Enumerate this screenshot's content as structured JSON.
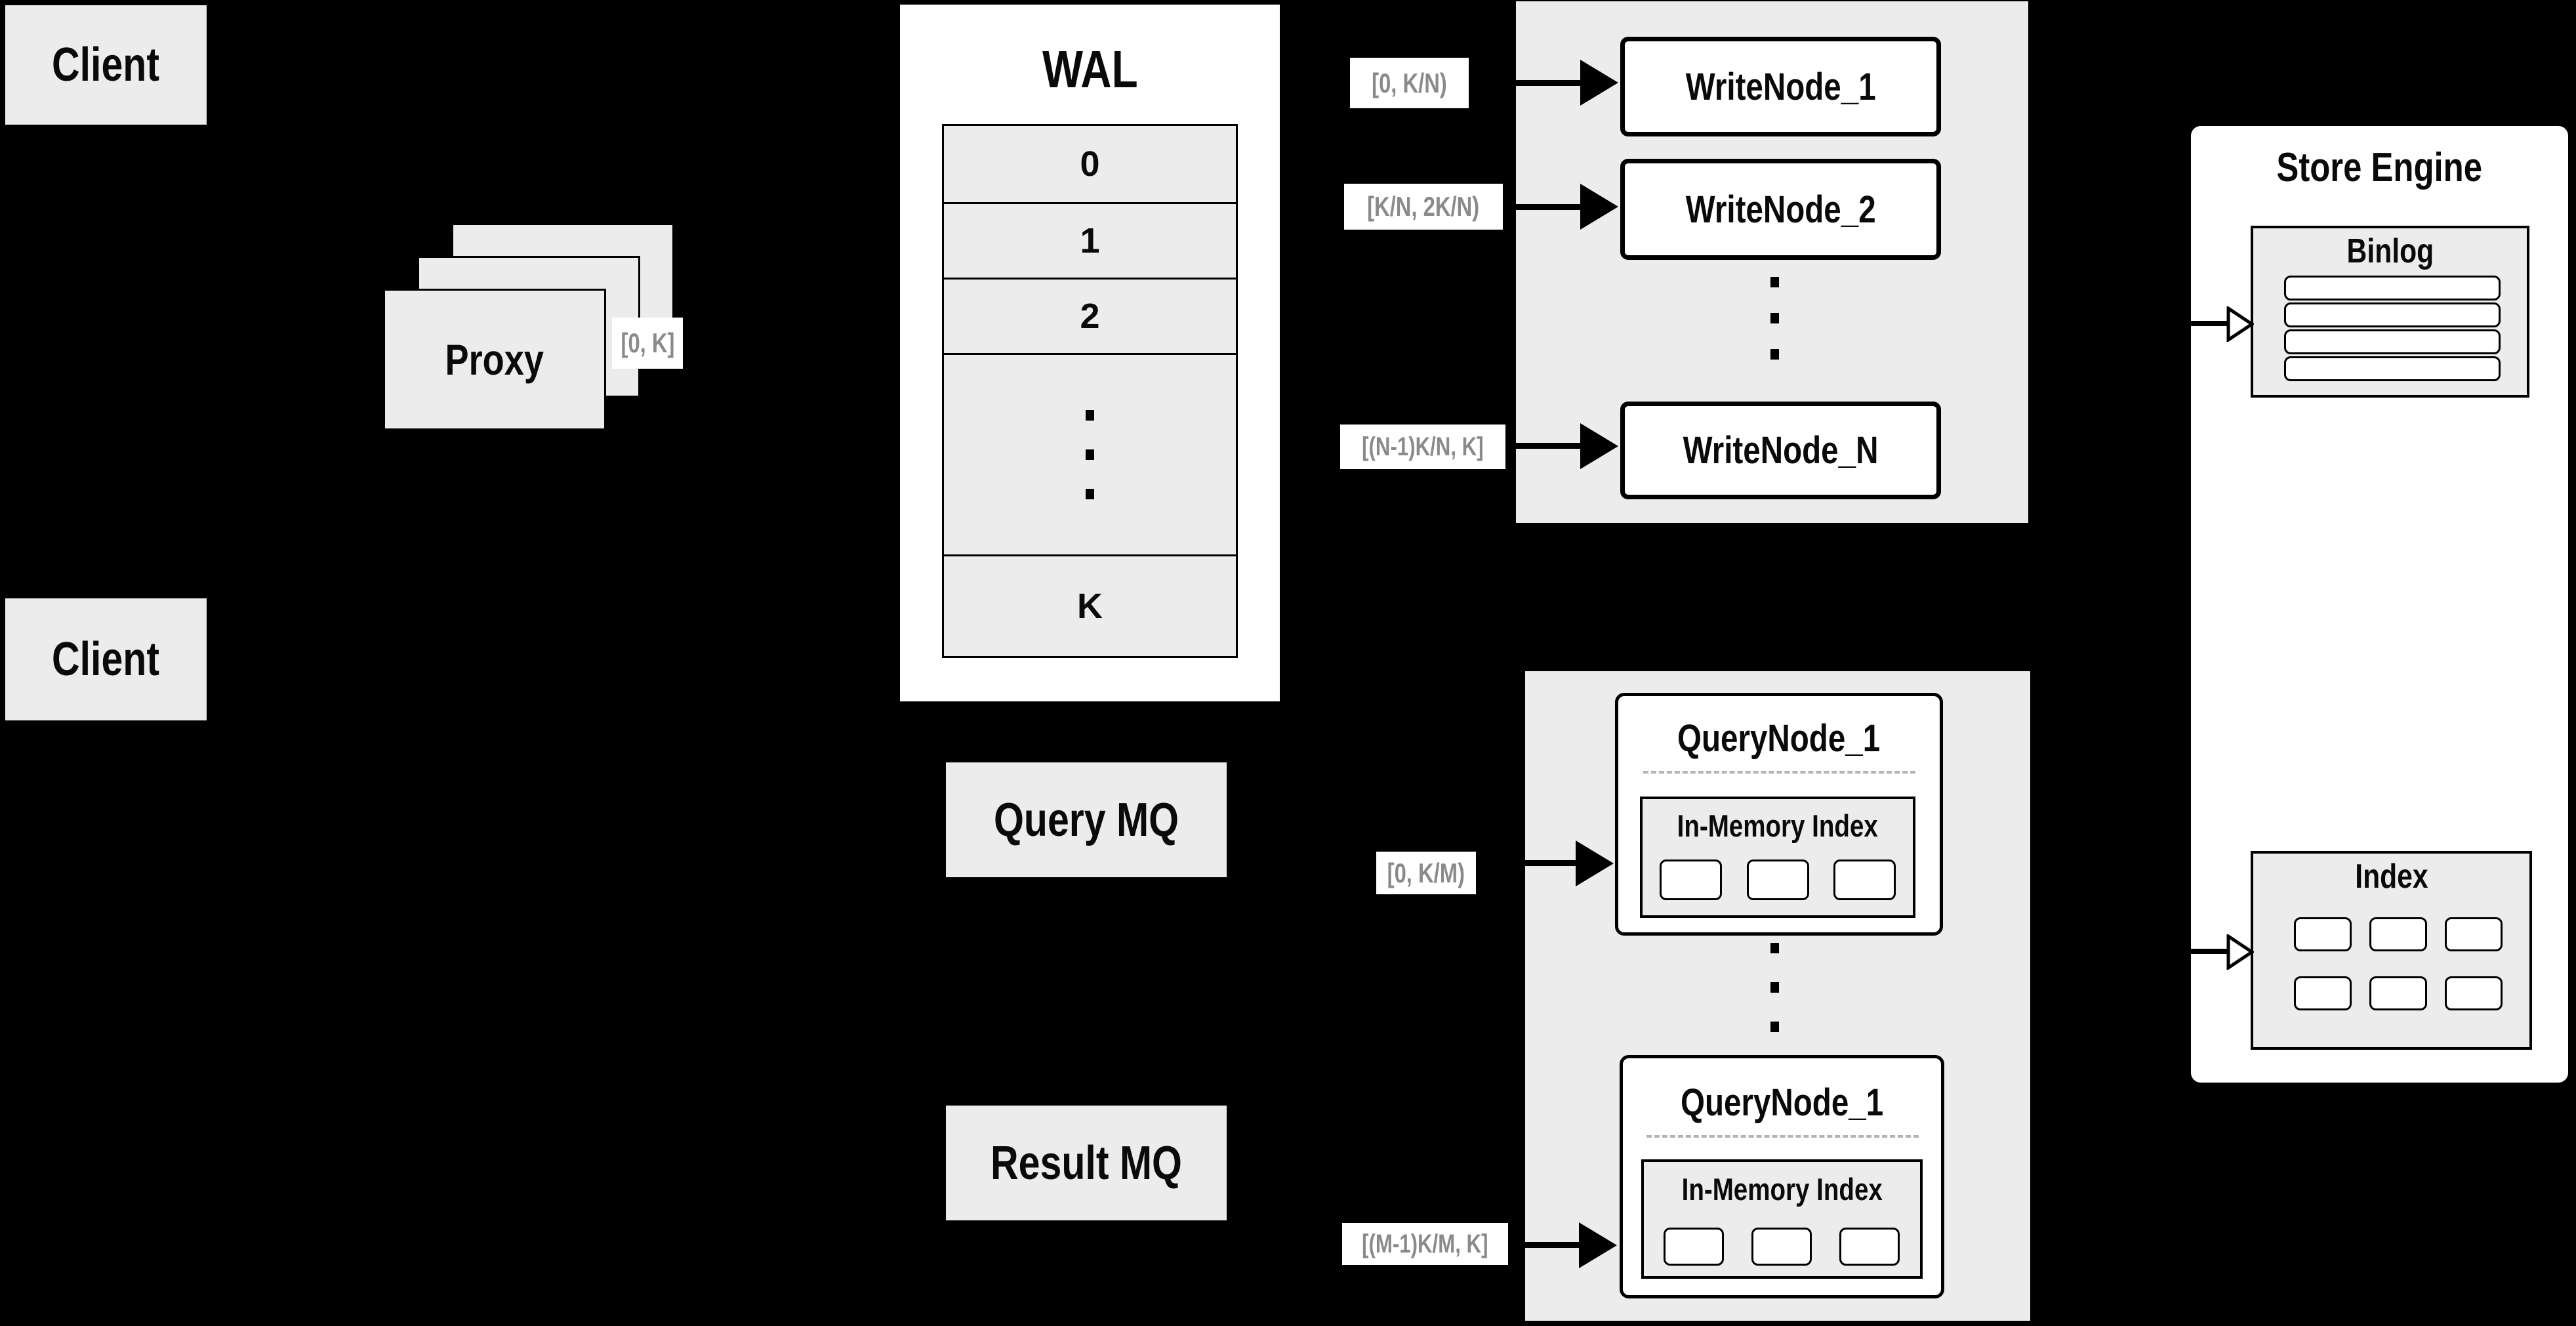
{
  "background": "#000000",
  "colors": {
    "panel_gray": "#ececec",
    "box_white": "#ffffff",
    "line_black": "#000000",
    "range_label_text": "#8a8a8a",
    "dashed_divider": "#b3b3b3"
  },
  "icons": {
    "solid_arrow_right": "→",
    "open_arrow_right": "▷",
    "vertical_ellipsis": "⋮"
  },
  "clients": {
    "top_label": "Client",
    "bottom_label": "Client"
  },
  "proxy": {
    "label": "Proxy",
    "range_out": "[0, K]"
  },
  "wal": {
    "title": "WAL",
    "rows": [
      "0",
      "1",
      "2",
      "K"
    ]
  },
  "write_group": {
    "ranges": [
      "[0, K/N)",
      "[K/N, 2K/N)",
      "[(N-1)K/N, K]"
    ],
    "nodes": [
      "WriteNode_1",
      "WriteNode_2",
      "WriteNode_N"
    ]
  },
  "mq": {
    "query": "Query MQ",
    "result": "Result MQ"
  },
  "query_group": {
    "ranges": [
      "[0, K/M)",
      "[(M-1)K/M, K]"
    ],
    "nodes": [
      {
        "title": "QueryNode_1",
        "subtitle": "In-Memory Index"
      },
      {
        "title": "QueryNode_1",
        "subtitle": "In-Memory Index"
      }
    ]
  },
  "store_engine": {
    "title": "Store Engine",
    "binlog_title": "Binlog",
    "index_title": "Index"
  }
}
